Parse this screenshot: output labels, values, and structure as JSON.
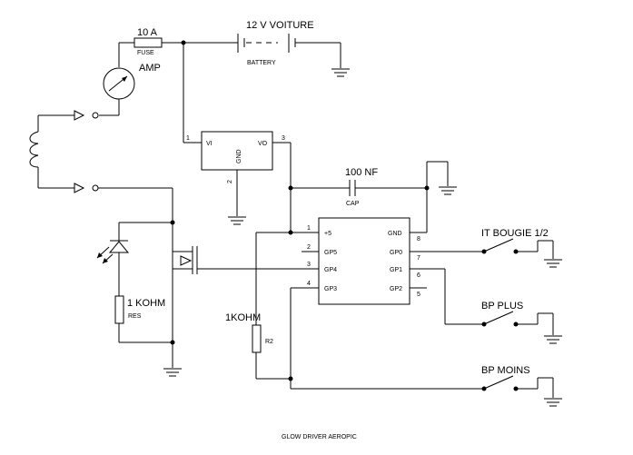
{
  "labels": {
    "battery_value": "12 V VOITURE",
    "battery_name": "BATTERY",
    "fuse_value": "10 A",
    "fuse_name": "FUSE",
    "amp": "AMP",
    "cap_value": "100 NF",
    "cap_name": "CAP",
    "res_value": "1 KOHM",
    "res_name": "RES",
    "r2_value": "1KOHM",
    "r2_name": "R2",
    "sw1": "IT BOUGIE 1/2",
    "sw2": "BP PLUS",
    "sw3": "BP MOINS",
    "title": "GLOW DRIVER AEROPIC"
  },
  "regulator": {
    "pin1": "1",
    "pin2": "2",
    "pin3": "3",
    "vi": "VI",
    "vo": "VO",
    "gnd": "GND"
  },
  "mcu": {
    "left_pins": [
      {
        "num": "1",
        "name": "+5"
      },
      {
        "num": "2",
        "name": "GP5"
      },
      {
        "num": "3",
        "name": "GP4"
      },
      {
        "num": "4",
        "name": "GP3"
      }
    ],
    "right_pins": [
      {
        "num": "8",
        "name": "GND"
      },
      {
        "num": "7",
        "name": "GP0"
      },
      {
        "num": "6",
        "name": "GP1"
      },
      {
        "num": "5",
        "name": "GP2"
      }
    ]
  }
}
